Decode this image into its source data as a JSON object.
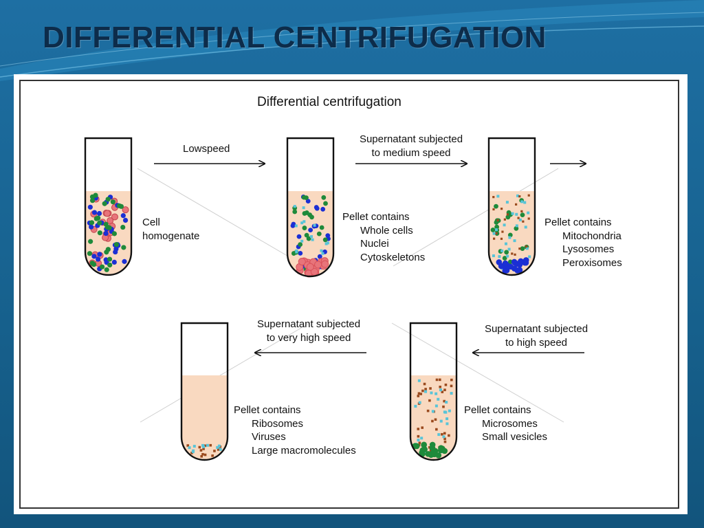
{
  "slide": {
    "title": "DIFFERENTIAL CENTRIFUGATION",
    "colors": {
      "background": "#17628f",
      "title": "#0d2c4a",
      "panel": "#ffffff"
    }
  },
  "figure": {
    "title": "Differential centrifugation",
    "colors": {
      "liquid": "#f9d9c0",
      "tube_outline": "#111111",
      "red_particle": "#e8747a",
      "blue_particle": "#1b2fd4",
      "green_particle": "#1f8a3a",
      "cyan_particle": "#58c4d8",
      "brown_particle": "#9a4a1e"
    },
    "tube1": {
      "label_line1": "Cell",
      "label_line2": "homogenate"
    },
    "step1": {
      "line1": "Lowspeed"
    },
    "tube2": {
      "heading": "Pellet contains",
      "items": [
        "Whole cells",
        "Nuclei",
        "Cytoskeletons"
      ]
    },
    "step2": {
      "line1": "Supernatant subjected",
      "line2": "to medium speed"
    },
    "tube3": {
      "heading": "Pellet contains",
      "items": [
        "Mitochondria",
        "Lysosomes",
        "Peroxisomes"
      ]
    },
    "step3": {
      "line1": "Supernatant subjected",
      "line2": "to high speed"
    },
    "tube4": {
      "heading": "Pellet contains",
      "items": [
        "Microsomes",
        "Small vesicles"
      ]
    },
    "step4": {
      "line1": "Supernatant subjected",
      "line2": "to very high speed"
    },
    "tube5": {
      "heading": "Pellet contains",
      "items": [
        "Ribosomes",
        "Viruses",
        "Large macromolecules"
      ]
    }
  }
}
